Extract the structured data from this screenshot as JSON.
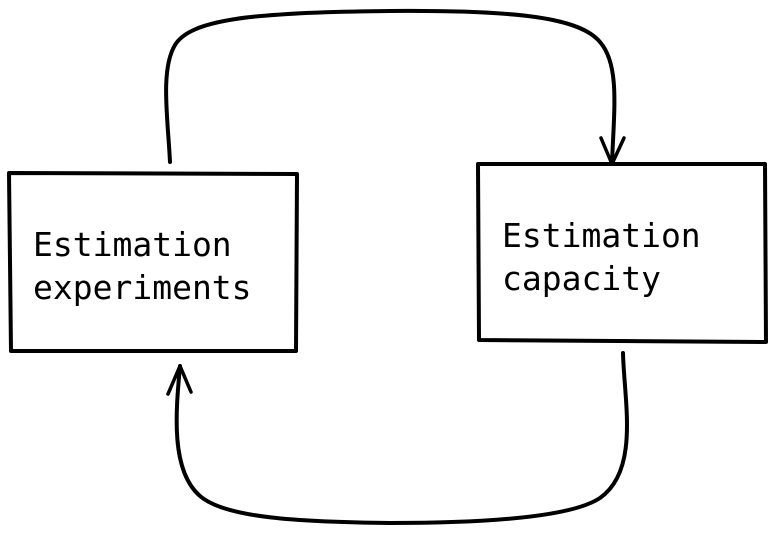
{
  "diagram": {
    "nodes": [
      {
        "id": "estimation-experiments",
        "lines": [
          "Estimation",
          "experiments"
        ]
      },
      {
        "id": "estimation-capacity",
        "lines": [
          "Estimation",
          "capacity"
        ]
      }
    ],
    "edges": [
      {
        "from": "estimation-experiments",
        "to": "estimation-capacity",
        "style": "curved-arrow-over-top"
      },
      {
        "from": "estimation-capacity",
        "to": "estimation-experiments",
        "style": "curved-arrow-under-bottom"
      }
    ],
    "colors": {
      "ink": "#000000",
      "background": "#ffffff"
    }
  }
}
